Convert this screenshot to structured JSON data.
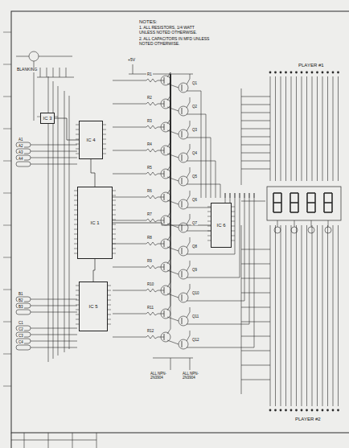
{
  "diagram": {
    "nodes": [
      {
        "text": [
          "IC 3"
        ]
      },
      {
        "text": [
          "IC 4"
        ]
      },
      {
        "text": [
          "IC 1"
        ]
      },
      {
        "text": [
          "IC 5"
        ]
      },
      {
        "text": [
          "IC 6"
        ]
      }
    ],
    "edges": [
      {
        "from": 0,
        "to": 1,
        "arrow": "none"
      },
      {
        "from": 1,
        "to": 2,
        "arrow": "none"
      },
      {
        "from": 2,
        "to": 3,
        "arrow": "none"
      },
      {
        "from": 2,
        "to": 4,
        "arrow": "none"
      }
    ],
    "labels": [
      "NOTES:",
      "1. ALL RESISTORS, 1/4 WATT UNLESS NOTED OTHERWISE.",
      "2. ALL CAPACITORS IN MFD UNLESS NOTED OTHERWISE.",
      "BLANKING",
      "PLAYER #1",
      "PLAYER #2",
      "ALL NPN-2N3904",
      "ALL NPN-2N3904",
      "+5V",
      "A1",
      "A2",
      "A3",
      "A4",
      "B1",
      "B2",
      "B3",
      "C1",
      "C2",
      "C3",
      "C4",
      "R1",
      "R2",
      "R3",
      "R4",
      "R5",
      "R6",
      "R7",
      "R8",
      "R9",
      "R10",
      "R11",
      "R12",
      "Q1",
      "Q2",
      "Q3",
      "Q4",
      "Q5",
      "Q6",
      "Q7",
      "Q8",
      "Q9",
      "Q10",
      "Q11",
      "Q12"
    ]
  }
}
